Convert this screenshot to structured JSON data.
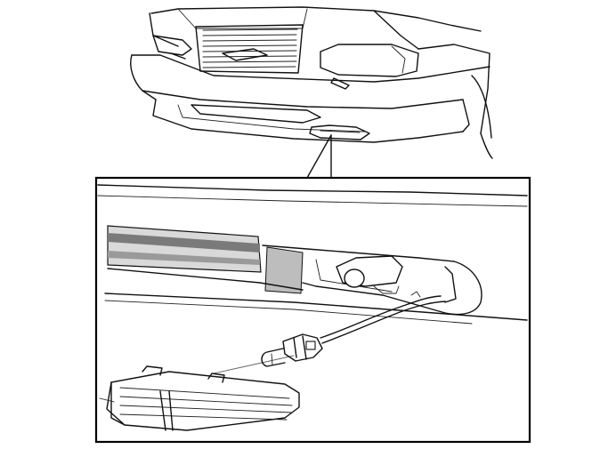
{
  "figure": {
    "type": "technical-illustration",
    "subject": "front-bumper-side-marker-lamp-removal",
    "parts": [
      "car-front-overview",
      "detail-callout",
      "bumper-recess",
      "lamp-socket",
      "wire-harness",
      "lens-grille-cover"
    ]
  },
  "colors": {
    "line": "#111111",
    "background": "#ffffff",
    "shading_dark": "#7a7a7a",
    "shading_light": "#bdbdbd"
  }
}
